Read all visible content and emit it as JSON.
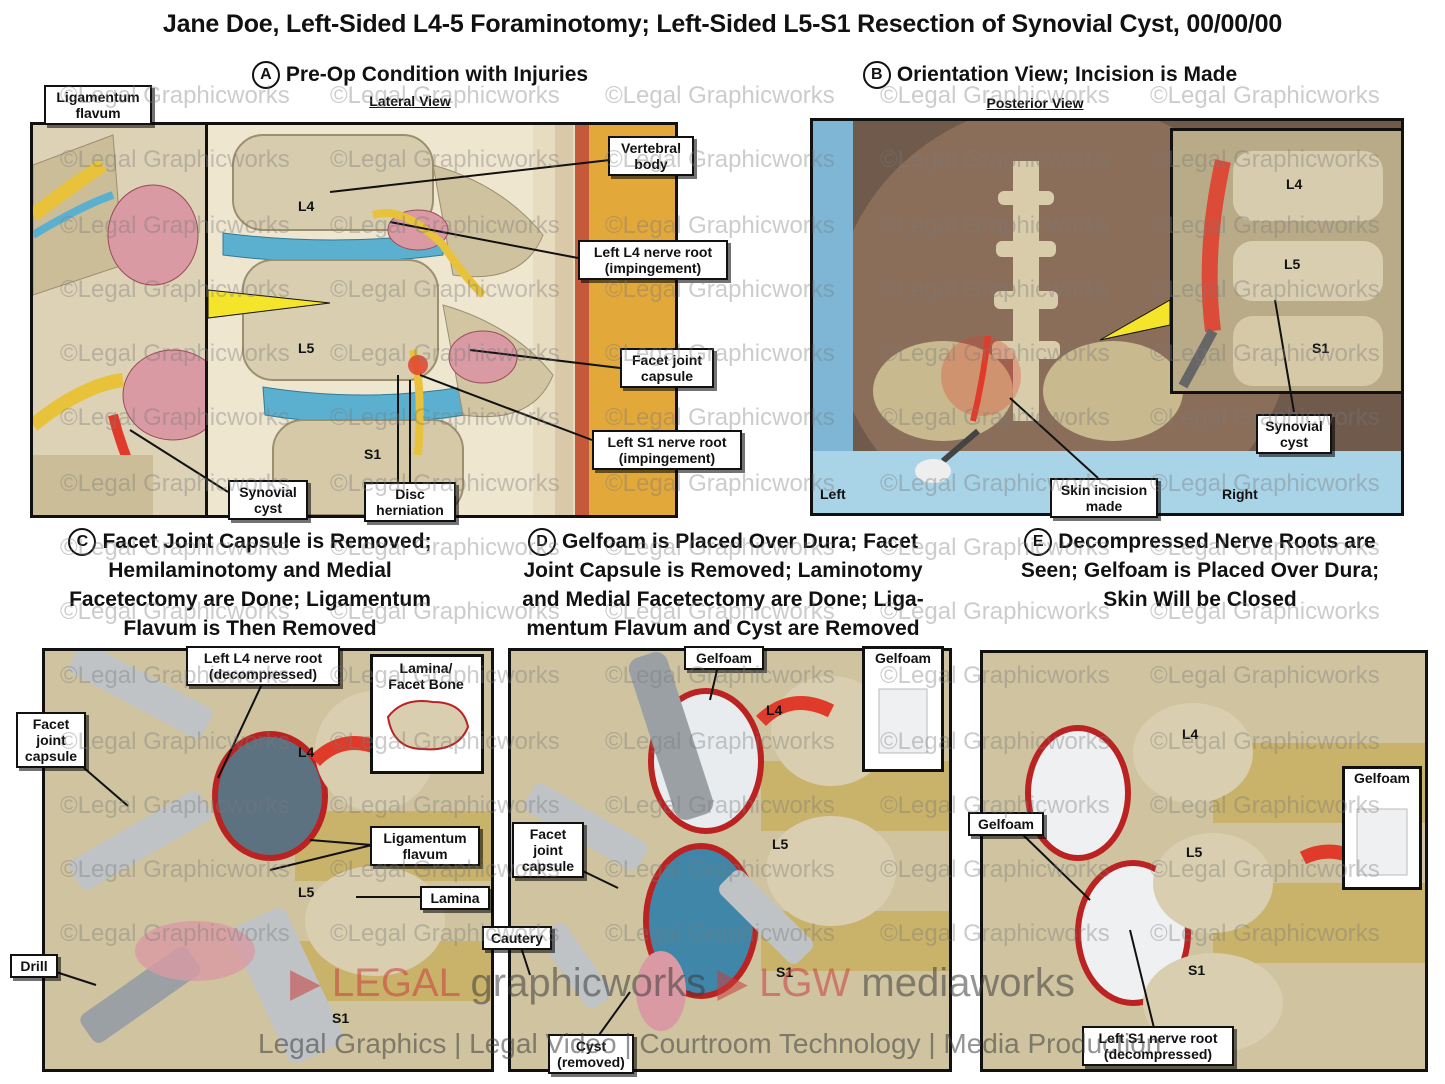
{
  "title": "Jane Doe, Left-Sided L4-5 Foraminotomy; Left-Sided L5-S1 Resection of Synovial Cyst, 00/00/00",
  "panels": {
    "a": {
      "letter": "A",
      "title": "Pre-Op Condition with Injuries",
      "view": "Lateral View",
      "labels": {
        "ligamentum_flavum": [
          "Ligamentum",
          "flavum"
        ],
        "vertebral_body": [
          "Vertebral",
          "body"
        ],
        "l4_nerve": [
          "Left L4 nerve root",
          "(impingement)"
        ],
        "facet_capsule": [
          "Facet joint",
          "capsule"
        ],
        "s1_nerve": [
          "Left S1 nerve root",
          "(impingement)"
        ],
        "synovial_cyst": [
          "Synovial",
          "cyst"
        ],
        "disc_herniation": [
          "Disc",
          "herniation"
        ]
      },
      "levels": {
        "l4": "L4",
        "l5": "L5",
        "s1": "S1"
      }
    },
    "b": {
      "letter": "B",
      "title": "Orientation View; Incision is Made",
      "view": "Posterior View",
      "labels": {
        "skin_incision": [
          "Skin incision",
          "made"
        ],
        "synovial_cyst": [
          "Synovial",
          "cyst"
        ]
      },
      "levels": {
        "l4": "L4",
        "l5": "L5",
        "s1": "S1"
      },
      "sides": {
        "left": "Left",
        "right": "Right"
      }
    },
    "c": {
      "letter": "C",
      "title_lines": [
        "Facet Joint Capsule is Removed;",
        "Hemilaminotomy and Medial",
        "Facetectomy are Done; Ligamentum",
        "Flavum is Then Removed"
      ],
      "labels": {
        "l4_nerve": [
          "Left L4 nerve root",
          "(decompressed)"
        ],
        "lamina_facet": [
          "Lamina/",
          "Facet Bone"
        ],
        "facet_capsule": [
          "Facet",
          "joint",
          "capsule"
        ],
        "ligamentum_flavum": [
          "Ligamentum",
          "flavum"
        ],
        "lamina": "Lamina",
        "drill": "Drill"
      },
      "levels": {
        "l4": "L4",
        "l5": "L5",
        "s1": "S1"
      }
    },
    "d": {
      "letter": "D",
      "title_lines": [
        "Gelfoam is Placed Over Dura; Facet",
        "Joint Capsule is Removed; Laminotomy",
        "and Medial Facetectomy are Done; Liga-",
        "mentum Flavum and Cyst are Removed"
      ],
      "labels": {
        "gelfoam_a": "Gelfoam",
        "gelfoam_b": "Gelfoam",
        "facet_capsule": [
          "Facet",
          "joint",
          "capsule"
        ],
        "cautery": "Cautery",
        "cyst_removed": [
          "Cyst",
          "(removed)"
        ]
      },
      "levels": {
        "l4": "L4",
        "l5": "L5",
        "s1": "S1"
      }
    },
    "e": {
      "letter": "E",
      "title_lines": [
        "Decompressed Nerve Roots are",
        "Seen; Gelfoam is Placed Over Dura;",
        "Skin Will be Closed"
      ],
      "labels": {
        "gelfoam_a": "Gelfoam",
        "gelfoam_b": "Gelfoam",
        "s1_nerve": [
          "Left S1 nerve root",
          "(decompressed)"
        ]
      },
      "levels": {
        "l4": "L4",
        "l5": "L5",
        "s1": "S1"
      }
    }
  },
  "watermark": "©Legal Graphicworks",
  "footer": {
    "brand_a1": "LEGAL",
    "brand_a2": "graphicworks",
    "brand_b1": "LGW",
    "brand_b2": "mediaworks",
    "tagline": "Legal Graphics | Legal Video | Courtroom Technology | Media Production"
  },
  "colors": {
    "bone": "#d9cfb0",
    "disc": "#5bb0cf",
    "nerve": "#e8c23a",
    "cyst": "#d99aa4",
    "skin": "#8a6e5a",
    "accent": "#e03a2a",
    "pointer": "#f5e52a"
  }
}
